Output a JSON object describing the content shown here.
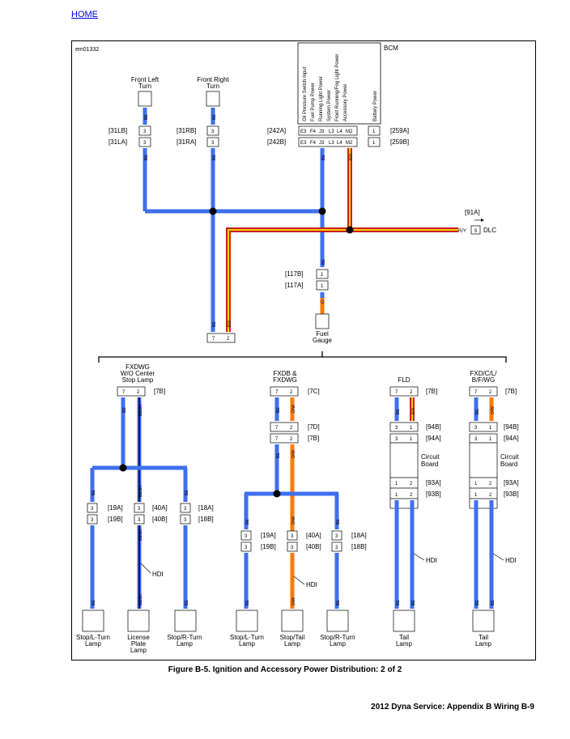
{
  "nav": {
    "home": "HOME"
  },
  "diagram": {
    "id": "em01332",
    "bcm": {
      "title": "BCM",
      "pins": [
        "Oil Pressure Switch Input",
        "Fuel Pump Power",
        "Running Light Power",
        "System Power",
        "Front Running/Fog Light Power",
        "Accessory Power",
        "",
        "Battery Power"
      ],
      "conn_a": "[242A]",
      "conn_b": "[242B]",
      "cells": [
        "E3",
        "F4",
        "J3",
        "L3",
        "L4",
        "M2"
      ],
      "batt_a": "[259A]",
      "batt_b": "[259B]",
      "batt_pin": "1"
    },
    "front_left": {
      "label1": "Front Left",
      "label2": "Turn",
      "conn_a": "[31LB]",
      "conn_b": "[31LA]",
      "pin": "3"
    },
    "front_right": {
      "label1": "Front Right",
      "label2": "Turn",
      "conn_a": "[31RB]",
      "conn_b": "[31RA]",
      "pin": "3"
    },
    "dlc": {
      "conn": "[91A]",
      "wire": "R/Y",
      "pin": "5",
      "label": "DLC"
    },
    "fuel": {
      "conn_a": "[117B]",
      "conn_b": "[117A]",
      "pin": "1",
      "wire": "O",
      "label1": "Fuel",
      "label2": "Gauge"
    },
    "split": {
      "pin1": "7",
      "pin2": "2"
    },
    "wire": {
      "be": "BE",
      "ry": "R/Y",
      "bebk": "BE/BK",
      "ow": "O/W",
      "hdi": "HDI"
    },
    "groups": {
      "g1": {
        "l1": "FXDWG",
        "l2": "W/O Center",
        "l3": "Stop Lamp",
        "conn": "[7B]",
        "left": {
          "a": "[19A]",
          "b": "[19B]",
          "pin": "3"
        },
        "mid": {
          "a": "[40A]",
          "b": "[40B]",
          "pin": "3"
        },
        "right": {
          "a": "[18A]",
          "b": "[18B]",
          "pin": "3"
        },
        "lamps": [
          [
            "Stop/L-Turn",
            "Lamp",
            ""
          ],
          [
            "License",
            "Plate",
            "Lamp"
          ],
          [
            "Stop/R-Turn",
            "Lamp",
            ""
          ]
        ]
      },
      "g2": {
        "l1": "FXDB &",
        "l2": "FXDWG",
        "conn": "[7C]",
        "conn2": "[7D]",
        "conn3": "[7B]",
        "left": {
          "a": "[19A]",
          "b": "[19B]",
          "pin": "3"
        },
        "mid": {
          "a": "[40A]",
          "b": "[40B]",
          "pin": "3"
        },
        "right": {
          "a": "[18A]",
          "b": "[18B]",
          "pin": "3"
        },
        "lamps": [
          [
            "Stop/L-Turn",
            "Lamp"
          ],
          [
            "Stop/Tail",
            "Lamp"
          ],
          [
            "Stop/R-Turn",
            "Lamp"
          ]
        ]
      },
      "g3": {
        "l1": "FLD",
        "conn": "[7B]",
        "c94b": "[94B]",
        "c94a": "[94A]",
        "board1": "Circuit",
        "board2": "Board",
        "c93a": "[93A]",
        "c93b": "[93B]",
        "lamp1": "Tail",
        "lamp2": "Lamp"
      },
      "g4": {
        "l1": "FXD/C/L/",
        "l2": "B/F/WG",
        "conn": "[7B]",
        "c94b": "[94B]",
        "c94a": "[94A]",
        "board1": "Circuit",
        "board2": "Board",
        "c93a": "[93A]",
        "c93b": "[93B]",
        "lamp1": "Tail",
        "lamp2": "Lamp"
      }
    }
  },
  "caption": "Figure B-5. Ignition and Accessory Power Distribution: 2 of 2",
  "footer": "2012 Dyna Service:  Appendix B Wiring  B-9",
  "colors": {
    "be": "#3f6ff0",
    "orange": "#ff7a00",
    "yellow": "#f2d000",
    "red": "#cc1e1e",
    "black": "#000000"
  }
}
